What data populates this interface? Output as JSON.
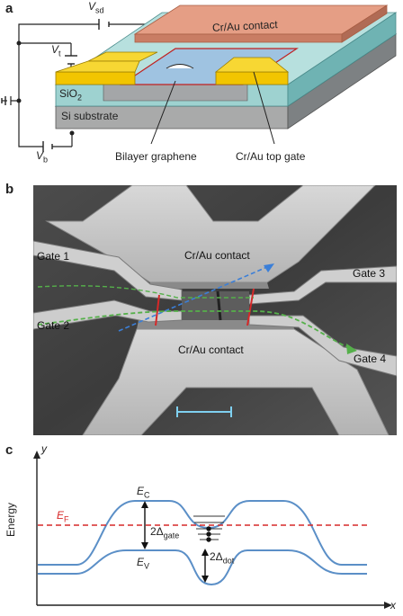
{
  "panel_a": {
    "letter": "a",
    "voltage_sd": "V",
    "voltage_sd_sub": "sd",
    "voltage_t": "V",
    "voltage_t_sub": "t",
    "voltage_b": "V",
    "voltage_b_sub": "b",
    "cr_au_contact": "Cr/Au contact",
    "sio2": "SiO",
    "sio2_sub": "2",
    "si_substrate": "Si substrate",
    "bilayer_graphene": "Bilayer graphene",
    "top_gate": "Cr/Au top gate"
  },
  "panel_b": {
    "letter": "b",
    "gate1": "Gate 1",
    "gate2": "Gate 2",
    "gate3": "Gate 3",
    "gate4": "Gate 4",
    "contact_top": "Cr/Au contact",
    "contact_bottom": "Cr/Au contact"
  },
  "panel_c": {
    "letter": "c",
    "y_axis": "y",
    "x_axis": "x",
    "energy": "Energy",
    "ec": "E",
    "ec_sub": "C",
    "ef": "E",
    "ef_sub": "F",
    "ev": "E",
    "ev_sub": "V",
    "gap_gate": "2Δ",
    "gap_gate_sub": "gate",
    "gap_dot": "2Δ",
    "gap_dot_sub": "dot",
    "colors": {
      "bands": "#5b8fc7",
      "fermi": "#d62828"
    }
  }
}
